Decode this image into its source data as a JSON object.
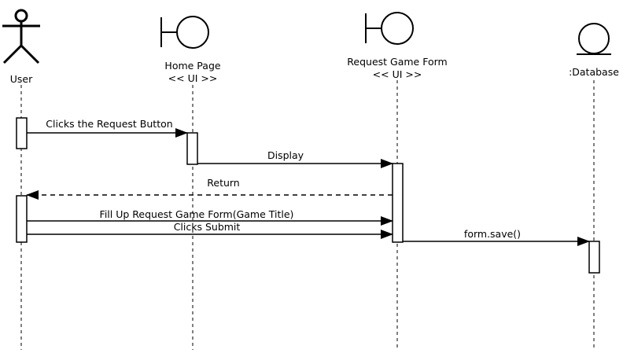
{
  "participants": [
    {
      "id": "user",
      "label": "User",
      "kind": "actor"
    },
    {
      "id": "home",
      "label": "Home Page",
      "stereotype": "<< UI >>",
      "kind": "boundary"
    },
    {
      "id": "form",
      "label": "Request Game Form",
      "stereotype": "<< UI >>",
      "kind": "boundary"
    },
    {
      "id": "db",
      "label": ":Database",
      "kind": "entity"
    }
  ],
  "messages": [
    {
      "label": "Clicks the Request Button",
      "from": "user",
      "to": "home",
      "type": "sync"
    },
    {
      "label": "Display",
      "from": "home",
      "to": "form",
      "type": "sync"
    },
    {
      "label": "Return",
      "from": "form",
      "to": "user",
      "type": "return"
    },
    {
      "label": "Fill Up Request Game Form(Game Title)",
      "from": "user",
      "to": "form",
      "type": "sync"
    },
    {
      "label": "Clicks Submit",
      "from": "user",
      "to": "form",
      "type": "sync"
    },
    {
      "label": "form.save()",
      "from": "form",
      "to": "db",
      "type": "sync"
    }
  ]
}
